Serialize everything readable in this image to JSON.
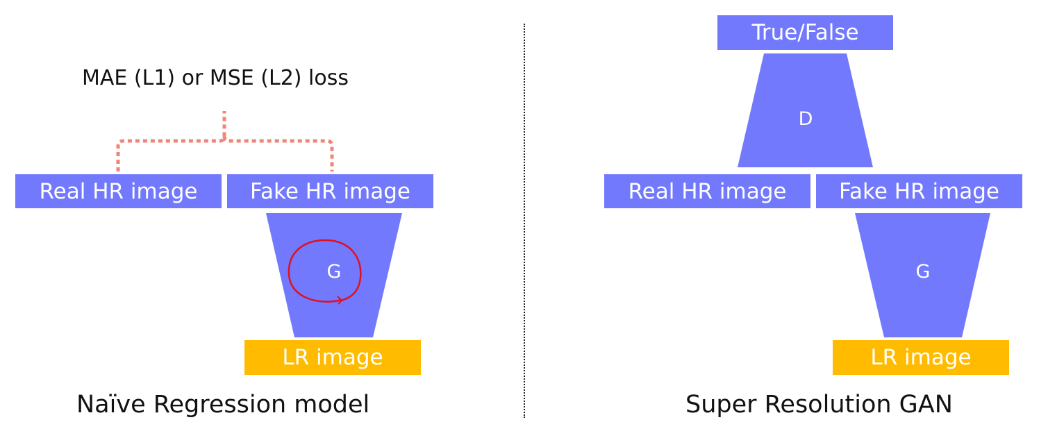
{
  "left_panel": {
    "loss_label": "MAE (L1) or MSE (L2) loss",
    "real_hr_label": "Real HR image",
    "fake_hr_label": "Fake HR image",
    "generator_label": "G",
    "lr_label": "LR image",
    "caption": "Naïve Regression model"
  },
  "right_panel": {
    "output_label": "True/False",
    "discriminator_label": "D",
    "real_hr_label": "Real HR image",
    "fake_hr_label": "Fake HR image",
    "generator_label": "G",
    "lr_label": "LR image",
    "caption": "Super Resolution GAN"
  },
  "colors": {
    "block": "#7279fd",
    "lr_block": "#ffbb00",
    "loss_bracket": "#f0857a",
    "annotation_circle": "#e0101e"
  }
}
